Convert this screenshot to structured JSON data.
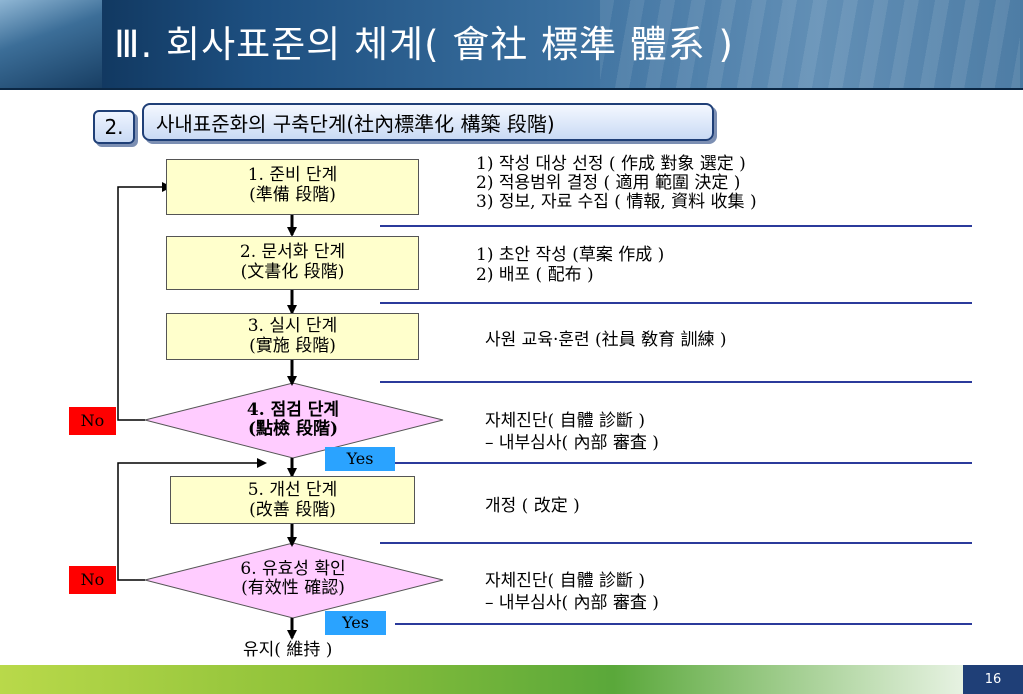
{
  "header": {
    "title": "Ⅲ. 회사표준의 체계( 會社 標準 體系 )"
  },
  "section": {
    "number": "2.",
    "title": "사내표준화의 구축단계(社內標準化 構築 段階)"
  },
  "steps": [
    {
      "label_line1": "1. 준비 단계",
      "label_line2": "(準備 段階)",
      "desc": [
        "1) 작성 대상 선정 ( 作成 對象 選定 )",
        "2) 적용범위 결정  ( 適用 範圍 決定 )",
        "3) 정보, 자료 수집 ( 情報, 資料 收集 )"
      ]
    },
    {
      "label_line1": "2. 문서화 단계",
      "label_line2": "(文書化 段階)",
      "desc": [
        "1) 초안 작성 (草案 作成 )",
        "2) 배포 ( 配布 )"
      ]
    },
    {
      "label_line1": "3. 실시 단계",
      "label_line2": "(實施 段階)",
      "desc": [
        "사원 교육·훈련 (社員 敎育 訓練 )"
      ]
    },
    {
      "label_line1": "4. 점검 단계",
      "label_line2": "(點檢 段階)",
      "desc": [
        "자체진단( 自體 診斷 )",
        "– 내부심사( 內部 審査 )"
      ]
    },
    {
      "label_line1": "5. 개선 단계",
      "label_line2": "(改善 段階)",
      "desc": [
        "개정 ( 改定 )"
      ]
    },
    {
      "label_line1": "6. 유효성 확인",
      "label_line2": "(有效性 確認)",
      "desc": [
        "자체진단( 自體 診斷 )",
        "– 내부심사( 內部 審査 )"
      ]
    }
  ],
  "decision_no": "No",
  "decision_yes": "Yes",
  "end_label": "유지( 維持 )",
  "page_number": "16",
  "colors": {
    "box_fill": "#ffffcc",
    "diamond_fill": "#ffccff",
    "no_fill": "#ff0000",
    "yes_fill": "#2aa3ff",
    "rule_line": "#2b3a9b",
    "title_bar": "#1f3f77"
  }
}
